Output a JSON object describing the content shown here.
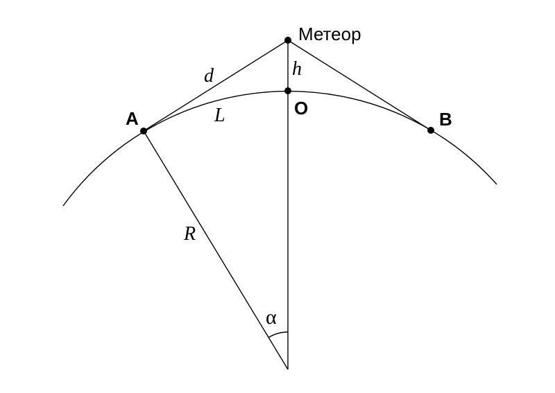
{
  "points": {
    "meteor": "Метеор",
    "a": "A",
    "o": "O",
    "b": "B"
  },
  "segments": {
    "d": "d",
    "h": "h",
    "L": "L",
    "R": "R"
  },
  "angle": {
    "alpha": "α"
  }
}
